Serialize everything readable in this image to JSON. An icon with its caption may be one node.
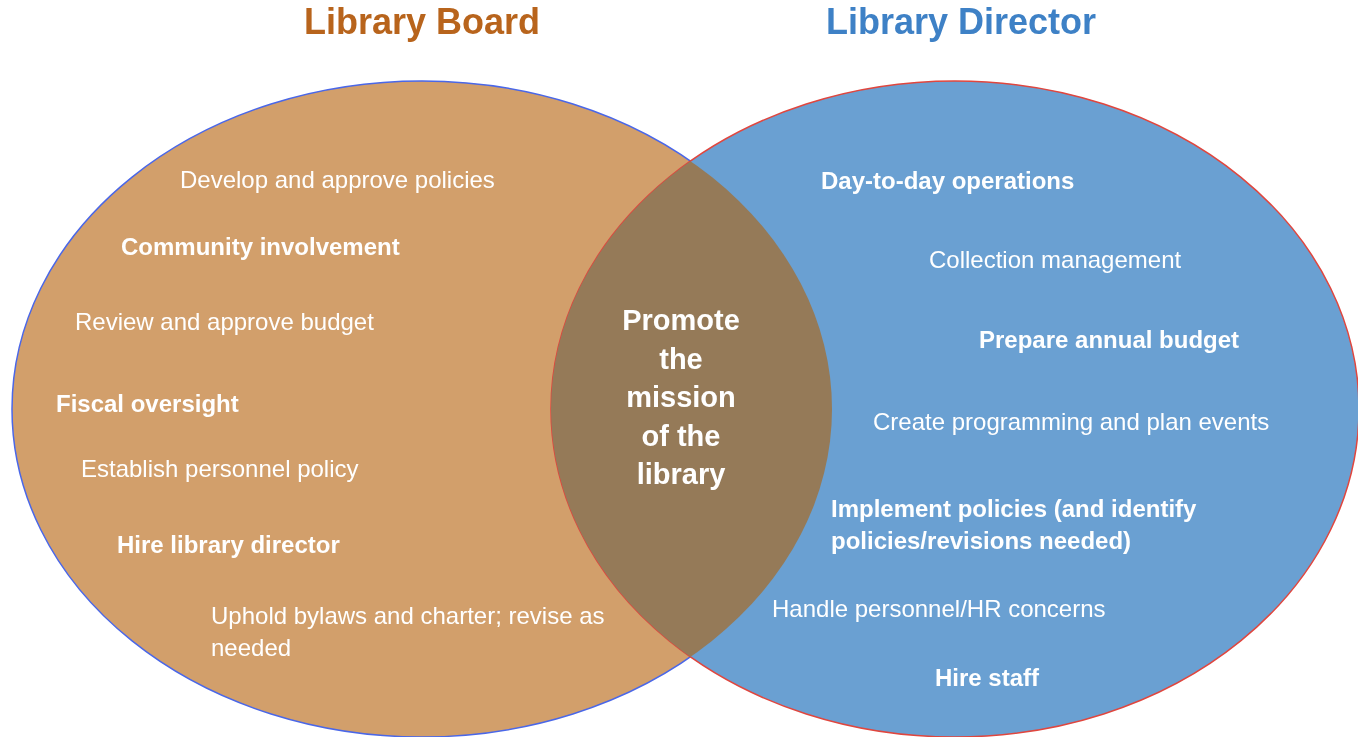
{
  "diagram": {
    "nodes": [
      {
        "text": [
          "Library Board",
          "Develop and approve policies",
          "Community involvement",
          "Review and approve budget",
          "Fiscal oversight",
          "Establish personnel policy",
          "Hire library director",
          "Uphold bylaws and charter; revise as needed"
        ]
      },
      {
        "text": [
          "Library Director",
          "Day-to-day operations",
          "Collection management",
          "Prepare annual budget",
          "Create programming and plan events",
          "Implement policies (and identify policies/revisions needed)",
          "Handle personnel/HR concerns",
          "Hire staff"
        ]
      },
      {
        "text": [
          "Promote the mission of the library"
        ]
      }
    ]
  }
}
